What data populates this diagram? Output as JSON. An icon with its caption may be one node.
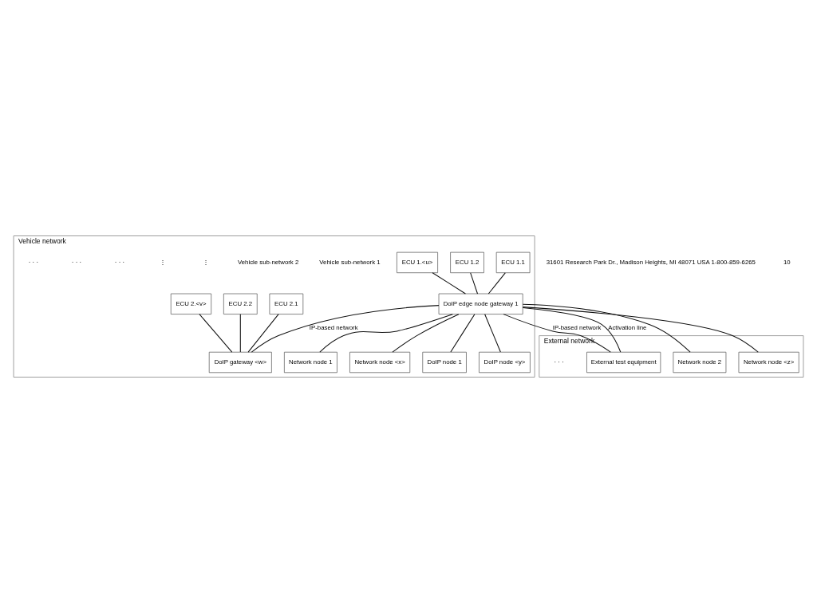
{
  "diagram": {
    "nodes": [
      {
        "text": [
          "Vehicle network"
        ]
      },
      {
        "text": [
          "ECU 1.1"
        ],
        "in": 0
      },
      {
        "text": [
          "ECU 1.2"
        ],
        "in": 0
      },
      {
        "text": [
          "ECU 1.<u>"
        ],
        "in": 0
      },
      {
        "text": [
          "ECU 2.1"
        ],
        "in": 0
      },
      {
        "text": [
          "ECU 2.2"
        ],
        "in": 0
      },
      {
        "text": [
          "ECU 2.<v>"
        ],
        "in": 0
      },
      {
        "text": [
          "DoIP edge node gateway 1"
        ],
        "in": 0
      },
      {
        "text": [
          "DoIP gateway <w>"
        ],
        "in": 0
      },
      {
        "text": [
          "Network node 1"
        ],
        "in": 0
      },
      {
        "text": [
          "Network node <x>"
        ],
        "in": 0
      },
      {
        "text": [
          "DoIP node 1"
        ],
        "in": 0
      },
      {
        "text": [
          "DoIP node <y>"
        ],
        "in": 0
      },
      {
        "text": [
          "External network"
        ]
      },
      {
        "text": [
          "External test equipment"
        ],
        "in": 13
      },
      {
        "text": [
          "Network node 2"
        ],
        "in": 13
      },
      {
        "text": [
          "Network node <z>"
        ],
        "in": 13
      }
    ],
    "edges": [
      {
        "from": 1,
        "to": 7,
        "arrow": "none"
      },
      {
        "from": 2,
        "to": 7,
        "arrow": "none"
      },
      {
        "from": 3,
        "to": 7,
        "arrow": "none"
      },
      {
        "from": 4,
        "to": 8,
        "arrow": "none"
      },
      {
        "from": 5,
        "to": 8,
        "arrow": "none"
      },
      {
        "from": 6,
        "to": 8,
        "arrow": "none"
      },
      {
        "from": 7,
        "to": 8,
        "arrow": "none",
        "label": "IP-based network"
      },
      {
        "from": 7,
        "to": 9,
        "arrow": "none"
      },
      {
        "from": 7,
        "to": 10,
        "arrow": "none"
      },
      {
        "from": 7,
        "to": 11,
        "arrow": "none"
      },
      {
        "from": 7,
        "to": 12,
        "arrow": "none"
      },
      {
        "from": 7,
        "to": 14,
        "arrow": "none",
        "label": "IP-based network"
      },
      {
        "from": 7,
        "to": 15,
        "arrow": "none"
      },
      {
        "from": 7,
        "to": 16,
        "arrow": "none"
      },
      {
        "from": 7,
        "to": 14,
        "arrow": "none",
        "label": "Activation line"
      }
    ],
    "labels": [
      "Vehicle sub-network 1",
      "Vehicle sub-network 2",
      "⋮",
      "⋮",
      "· · ·",
      "· · ·",
      "· · ·",
      "· · ·",
      "31601 Research Park Dr., Madison Heights, MI 48071 USA 1-800-859-6265",
      "10"
    ]
  }
}
